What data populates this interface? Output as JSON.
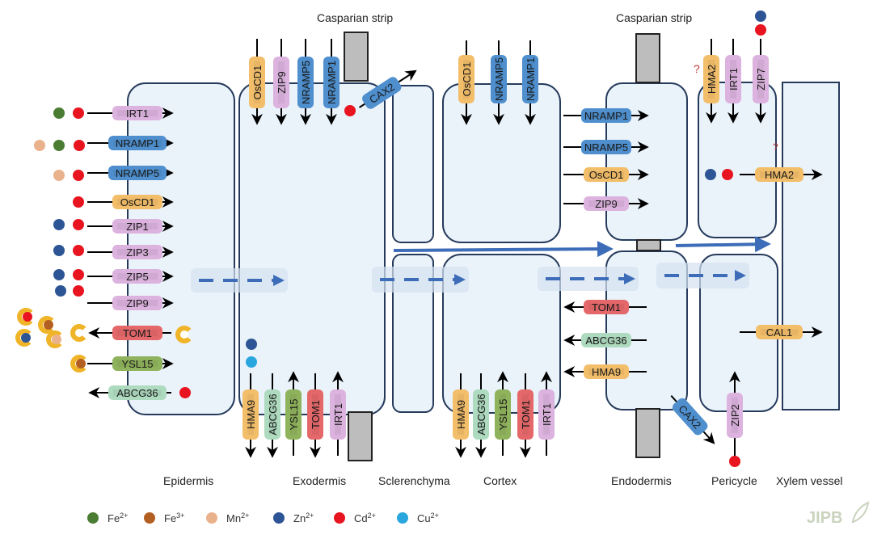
{
  "title": "Root metal transport across cell layers",
  "tissues": [
    {
      "id": "epidermis",
      "label": "Epidermis"
    },
    {
      "id": "exodermis",
      "label": "Exodermis"
    },
    {
      "id": "sclerenchyma",
      "label": "Sclerenchyma"
    },
    {
      "id": "cortex",
      "label": "Cortex"
    },
    {
      "id": "endodermis",
      "label": "Endodermis"
    },
    {
      "id": "pericycle",
      "label": "Pericycle"
    },
    {
      "id": "xylem",
      "label": "Xylem vessel"
    }
  ],
  "casparian_labels": [
    "Casparian strip",
    "Casparian strip"
  ],
  "colors": {
    "Fe2": "#4a7d32",
    "Fe3": "#b45f22",
    "Mn2": "#eab28c",
    "Zn2": "#2d5596",
    "Cd2": "#e8141f",
    "Cu2": "#2aa6de",
    "chelator": "#f0b428",
    "cell_fill": "#eaf2fa",
    "cell_stroke": "#263b5c",
    "flow": "#3d6db8",
    "strip": "#bdbdbd"
  },
  "transporter_colors": {
    "IRT1": "#dcb2de",
    "NRAMP1": "#4f8fce",
    "NRAMP5": "#4f8fce",
    "OsCD1": "#f3be6a",
    "ZIP1": "#dcb2de",
    "ZIP3": "#dcb2de",
    "ZIP5": "#dcb2de",
    "ZIP9": "#dcb2de",
    "TOM1": "#e4686a",
    "YSL15": "#8fb35c",
    "ABCG36": "#aedbbf",
    "HMA9": "#f3be6a",
    "CAX2": "#4f8fce",
    "HMA2": "#f3be6a",
    "ZIP7": "#dcb2de",
    "CAL1": "#f3be6a",
    "ZIP2": "#dcb2de"
  },
  "epidermis_transporters": [
    {
      "name": "IRT1",
      "direction": "in",
      "ions": [
        "Fe2",
        "Cd2"
      ]
    },
    {
      "name": "NRAMP1",
      "direction": "in",
      "ions": [
        "Mn2",
        "Fe2",
        "Cd2"
      ]
    },
    {
      "name": "NRAMP5",
      "direction": "in",
      "ions": [
        "Mn2",
        "Cd2"
      ]
    },
    {
      "name": "OsCD1",
      "direction": "in",
      "ions": [
        "Cd2"
      ]
    },
    {
      "name": "ZIP1",
      "direction": "in",
      "ions": [
        "Zn2",
        "Cd2"
      ]
    },
    {
      "name": "ZIP3",
      "direction": "in",
      "ions": [
        "Zn2",
        "Cd2"
      ]
    },
    {
      "name": "ZIP5",
      "direction": "in",
      "ions": [
        "Zn2",
        "Cd2"
      ]
    },
    {
      "name": "ZIP9",
      "direction": "in",
      "ions": [
        "Zn2",
        "Cd2"
      ]
    },
    {
      "name": "TOM1",
      "direction": "out",
      "ions": [
        "chelator"
      ]
    },
    {
      "name": "YSL15",
      "direction": "in",
      "ions": [
        "Fe3-chelate"
      ]
    },
    {
      "name": "ABCG36",
      "direction": "out",
      "ions": [
        "Cd2"
      ]
    }
  ],
  "exodermis_top": [
    "OsCD1",
    "ZIP9",
    "NRAMP5",
    "NRAMP1"
  ],
  "exodermis_cax": "CAX2",
  "exodermis_bottom": [
    "HMA9",
    "ABCG36",
    "YSL15",
    "TOM1",
    "IRT1"
  ],
  "cortex_top": [
    "OsCD1",
    "NRAMP5",
    "NRAMP1"
  ],
  "cortex_bottom": [
    "HMA9",
    "ABCG36",
    "YSL15",
    "TOM1",
    "IRT1"
  ],
  "endodermis_in": [
    "NRAMP1",
    "NRAMP5",
    "OsCD1",
    "ZIP9"
  ],
  "endodermis_out": [
    "TOM1",
    "ABCG36",
    "HMA9"
  ],
  "endodermis_cax": "CAX2",
  "pericycle_top": [
    "HMA2",
    "IRT1",
    "ZIP7"
  ],
  "pericycle_mid": "HMA2",
  "pericycle_cal": "CAL1",
  "pericycle_bottom": "ZIP2",
  "question_mark": "?",
  "legend": [
    {
      "key": "Fe2",
      "base": "Fe",
      "sup": "2+"
    },
    {
      "key": "Fe3",
      "base": "Fe",
      "sup": "3+"
    },
    {
      "key": "Mn2",
      "base": "Mn",
      "sup": "2+"
    },
    {
      "key": "Zn2",
      "base": "Zn",
      "sup": "2+"
    },
    {
      "key": "Cd2",
      "base": "Cd",
      "sup": "2+"
    },
    {
      "key": "Cu2",
      "base": "Cu",
      "sup": "2+"
    }
  ],
  "watermark": "JIPB"
}
